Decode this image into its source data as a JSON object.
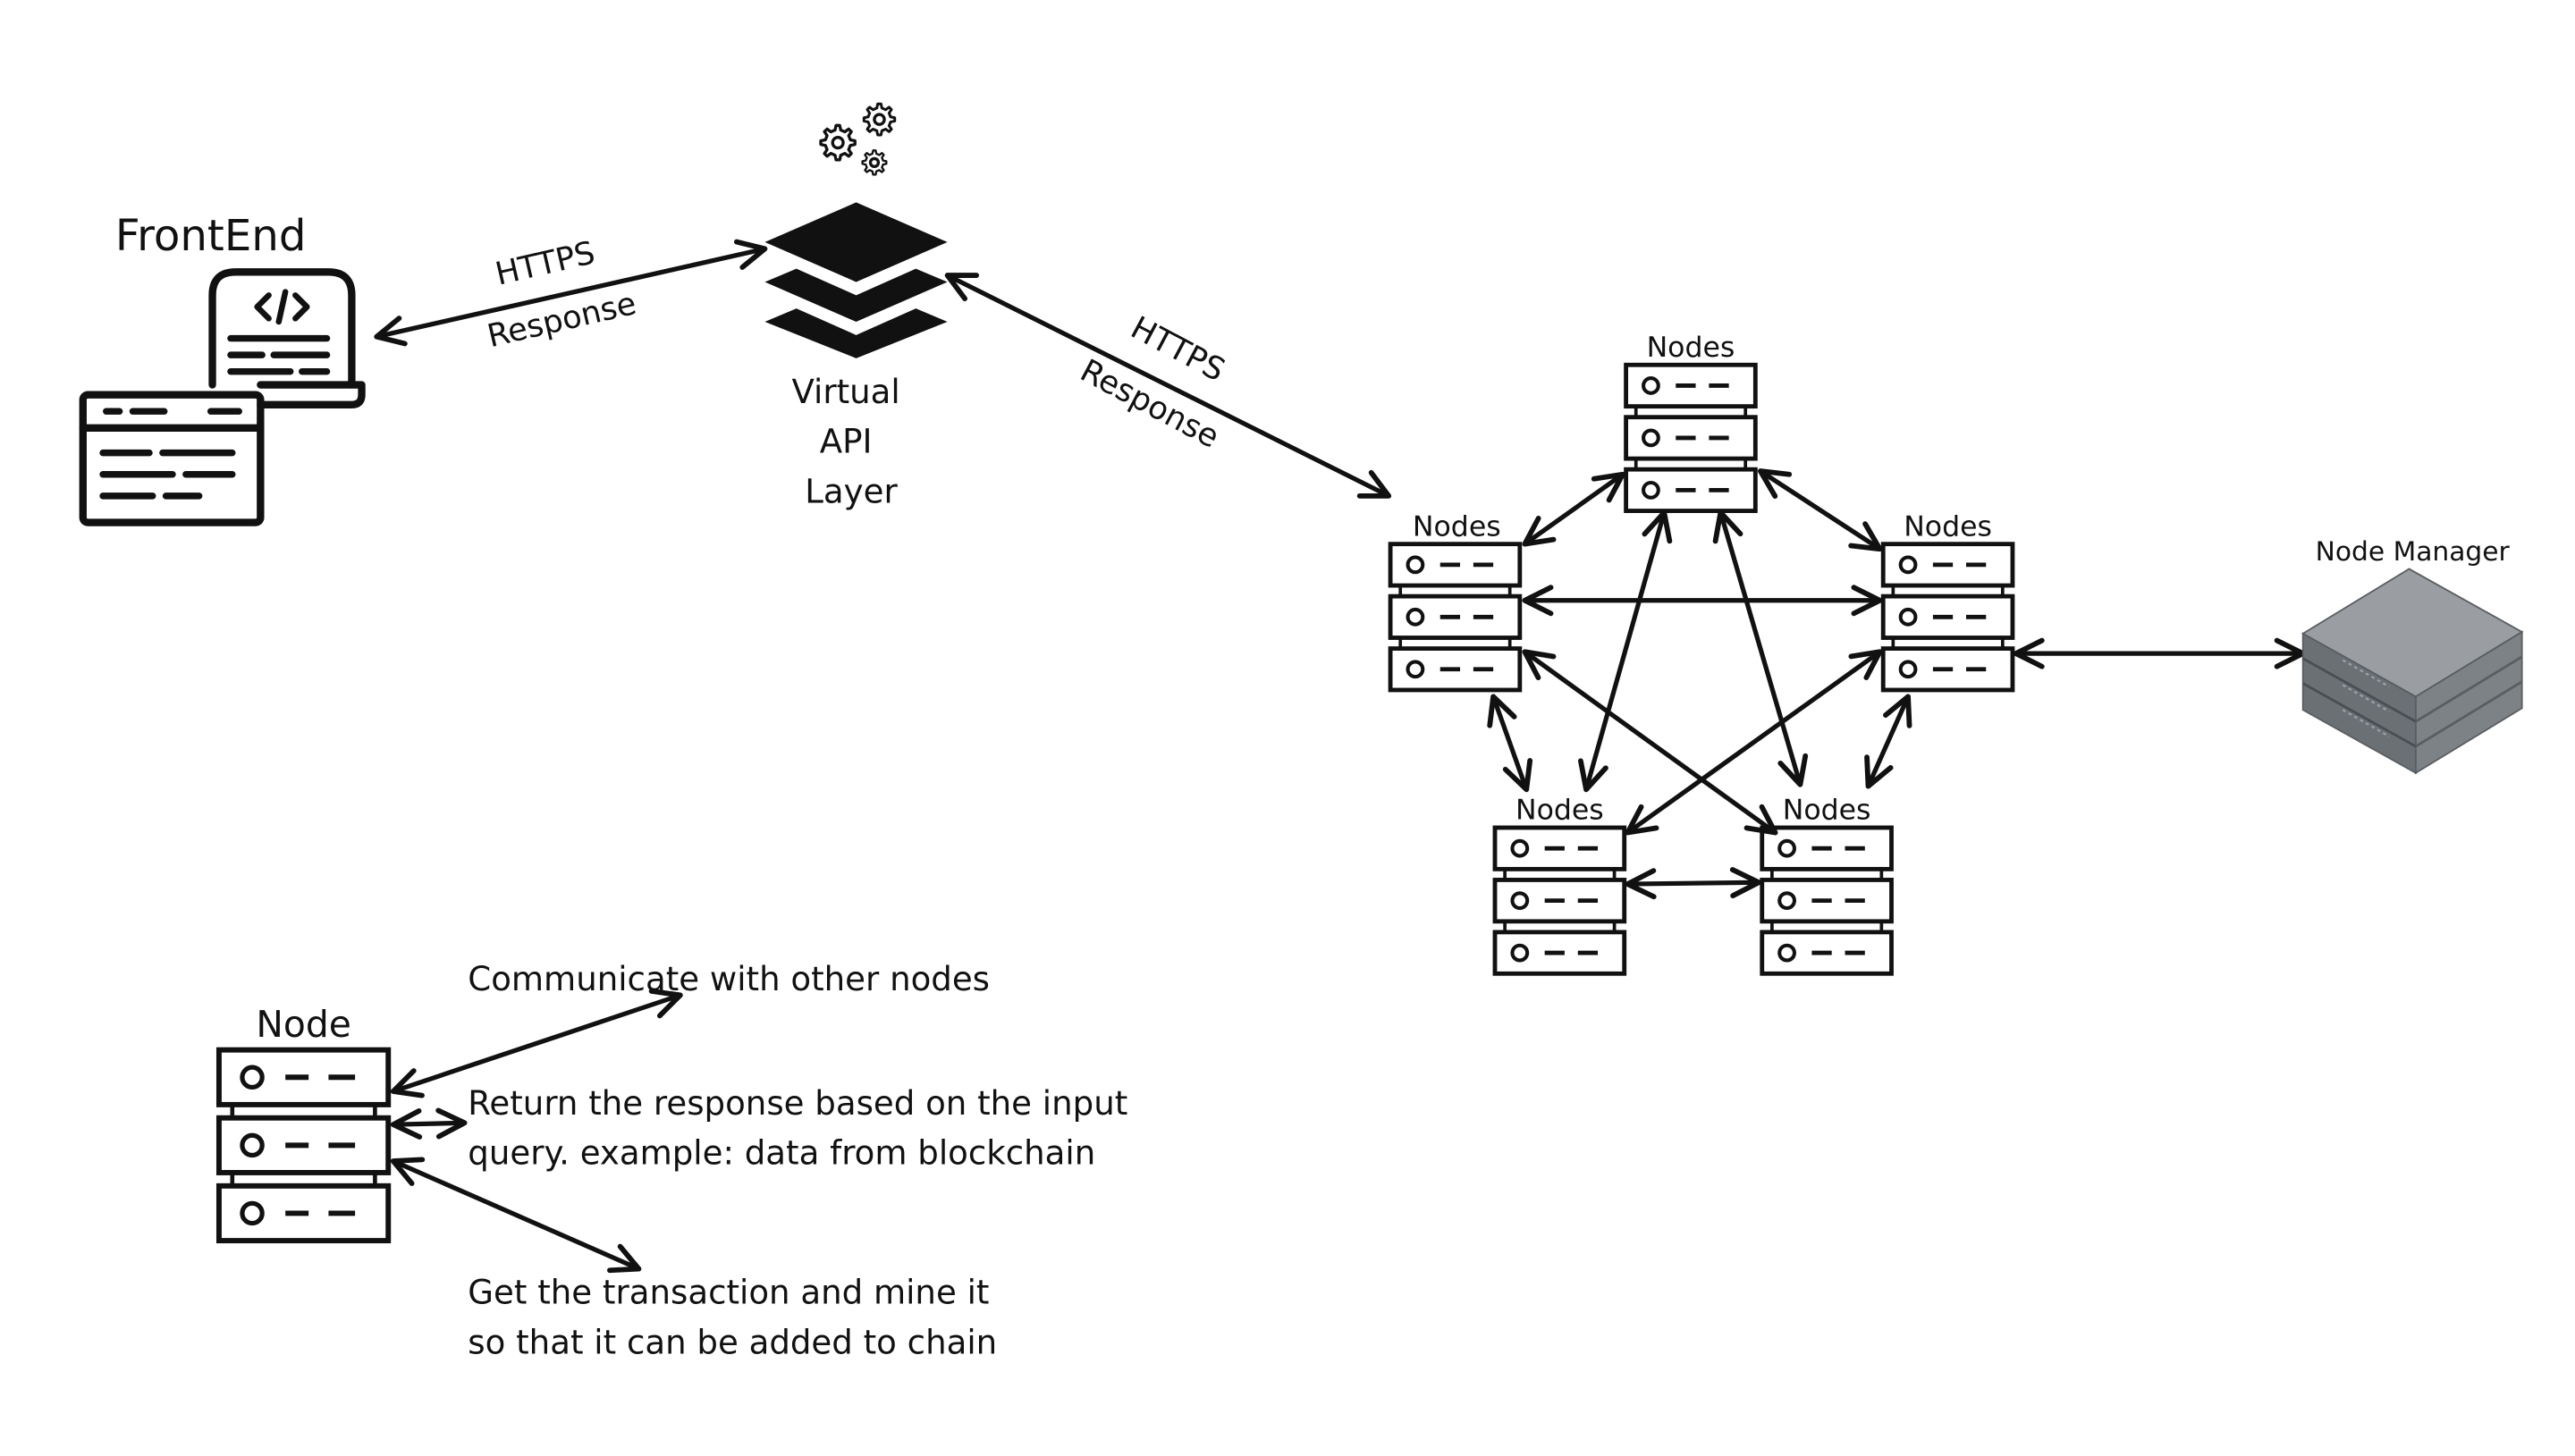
{
  "frontend": {
    "label": "FrontEnd"
  },
  "api_layer": {
    "label_lines": [
      "Virtual",
      "API",
      "Layer"
    ]
  },
  "link_frontend_api": {
    "request": "HTTPS",
    "response": "Response"
  },
  "link_api_nodes": {
    "request": "HTTPS",
    "response": "Response"
  },
  "network": {
    "nodes": [
      {
        "id": "top",
        "label": "Nodes"
      },
      {
        "id": "left",
        "label": "Nodes"
      },
      {
        "id": "right",
        "label": "Nodes"
      },
      {
        "id": "bottom-left",
        "label": "Nodes"
      },
      {
        "id": "bottom-right",
        "label": "Nodes"
      }
    ]
  },
  "node_manager": {
    "label": "Node Manager"
  },
  "legend": {
    "node_label": "Node",
    "notes": [
      {
        "lines": [
          "Communicate with other nodes"
        ]
      },
      {
        "lines": [
          "Return the response based on the input",
          "query. example:  data from blockchain"
        ]
      },
      {
        "lines": [
          "Get the transaction and mine it",
          "so that it can be added to chain"
        ]
      }
    ]
  },
  "colors": {
    "ink": "#111111",
    "server_top": "#9a9ea3",
    "server_front": "#6b7075",
    "server_side": "#7d8287"
  },
  "icons": [
    "laptop-code-icon",
    "browser-window-icon",
    "gears-icon",
    "layers-stack-icon",
    "server-stack-icon",
    "rack-server-icon"
  ]
}
